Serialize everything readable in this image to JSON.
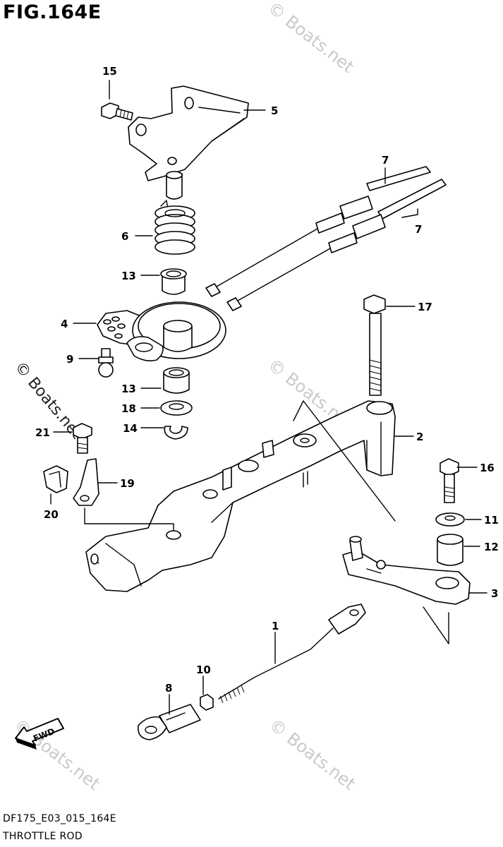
{
  "figure": {
    "title": "FIG.164E",
    "code": "DF175_E03_015_164E",
    "name": "THROTTLE ROD"
  },
  "watermark": {
    "text": "© Boats.net",
    "color": "#c9c9c9"
  },
  "fwd_badge": {
    "label": "FWD"
  },
  "callouts": {
    "c1": "1",
    "c2": "2",
    "c3": "3",
    "c4": "4",
    "c5": "5",
    "c6": "6",
    "c7a": "7",
    "c7b": "7",
    "c8": "8",
    "c9": "9",
    "c10": "10",
    "c11": "11",
    "c12": "12",
    "c13a": "13",
    "c13b": "13",
    "c14": "14",
    "c15": "15",
    "c16": "16",
    "c17": "17",
    "c18": "18",
    "c19": "19",
    "c20": "20",
    "c21": "21"
  }
}
